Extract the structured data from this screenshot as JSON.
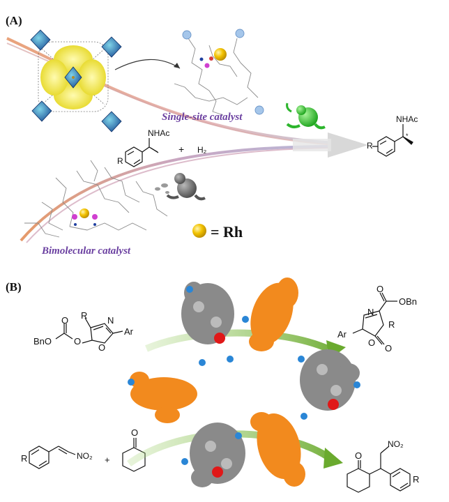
{
  "panel_a": {
    "label": "(A)",
    "single_site_label": "Single-site catalyst",
    "bimolecular_label": "Bimolecular catalyst",
    "legend_symbol": "= Rh",
    "reagent_plus": "+",
    "reagent_h2": "H₂",
    "reagent_nhac": "NHAc",
    "reagent_r": "R",
    "product_nhac": "NHAc",
    "product_r": "R",
    "product_star": "*"
  },
  "panel_b": {
    "label": "(B)",
    "top_left_substrate": {
      "r": "R",
      "n": "N",
      "ar": "Ar",
      "o_ring": "O",
      "o_ester": "O",
      "bno": "BnO",
      "o_carbonyl": "O",
      "o_link": "O"
    },
    "top_right_product": {
      "n": "N",
      "ar": "Ar",
      "obn": "OBn",
      "o_carbonyl": "O",
      "o_ring": "O",
      "o_ketone": "O",
      "r": "R"
    },
    "bottom_left": {
      "r": "R",
      "no2": "NO₂",
      "plus": "+",
      "o": "O"
    },
    "bottom_right_product": {
      "o": "O",
      "no2": "NO₂",
      "r": "R"
    }
  },
  "colors": {
    "rh_sphere": "#f2c200",
    "purple_text": "#6a3fa0",
    "orange_linker": "#f28a1e",
    "gray_linker": "#8a8a8a",
    "green_arrow": "#7bb844",
    "mof_blue": "#2b6fb5",
    "pore_yellow": "#f5e94a"
  }
}
